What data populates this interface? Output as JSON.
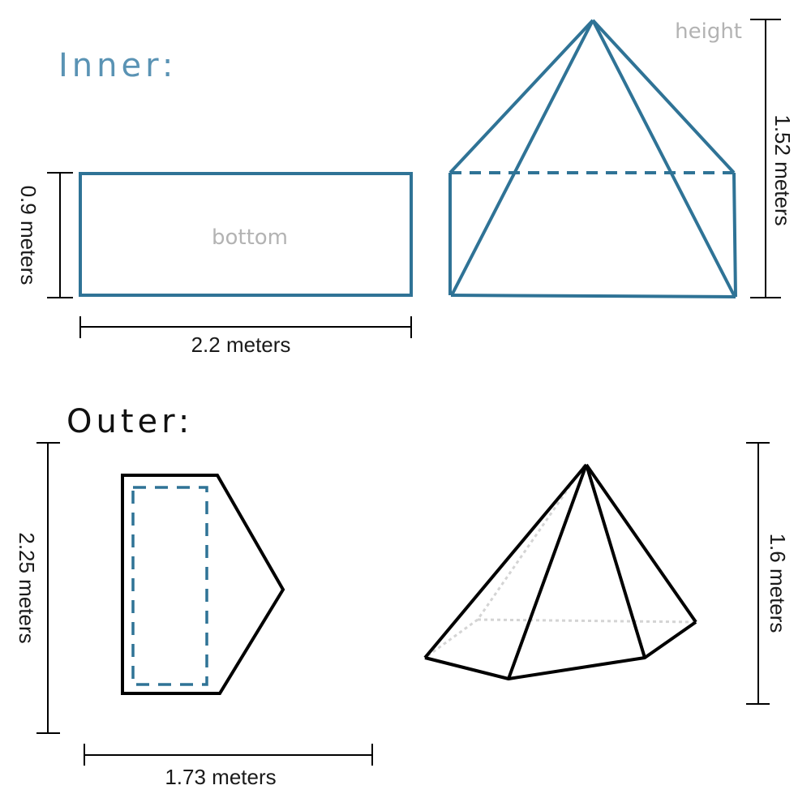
{
  "inner": {
    "title": "Inner:",
    "bottom_label": "bottom",
    "height_label": "height",
    "width_dimension": "2.2 meters",
    "depth_dimension": "0.9 meters",
    "height_dimension": "1.52 meters",
    "color": "#2f7396"
  },
  "outer": {
    "title": "Outer:",
    "height_dimension": "2.25 meters",
    "width_dimension": "1.73 meters",
    "pyramid_height_dimension": "1.6 meters",
    "color": "#000000"
  }
}
